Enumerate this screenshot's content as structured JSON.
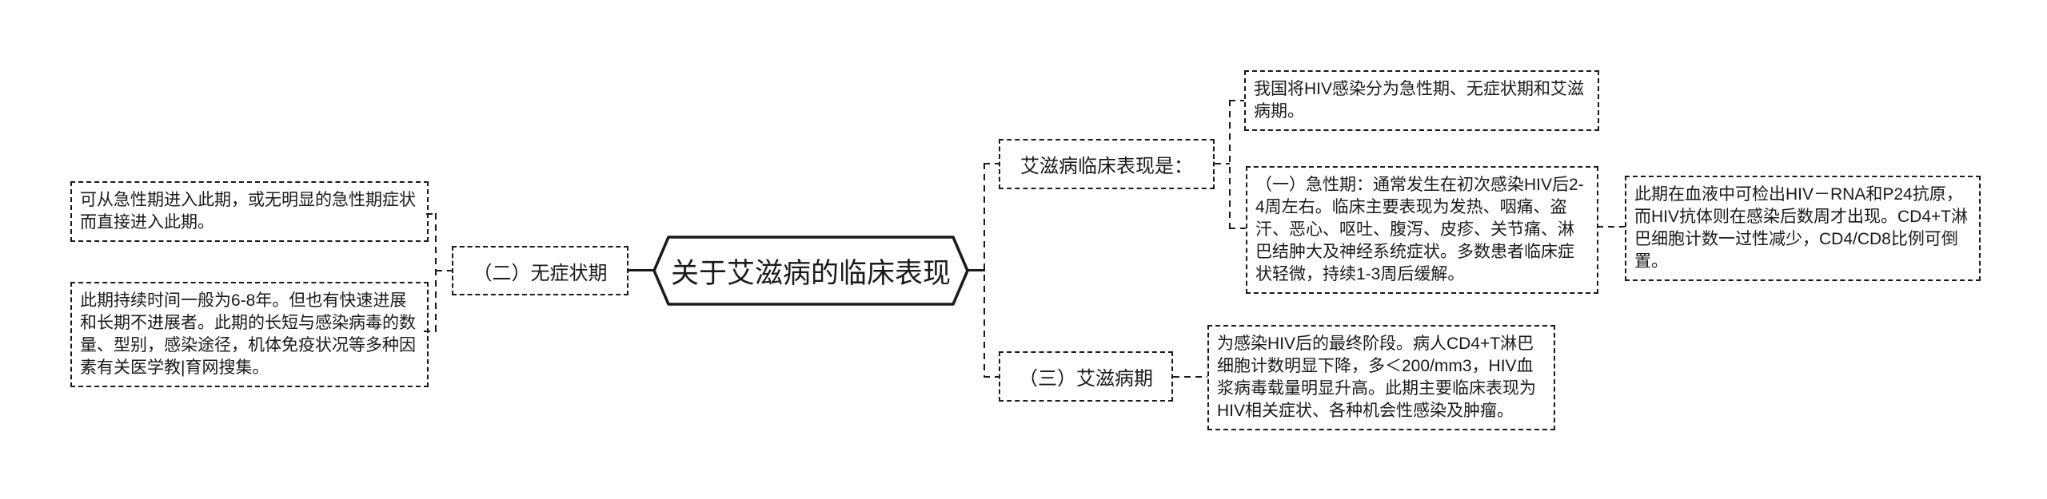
{
  "root": {
    "label": "关于艾滋病的临床表现"
  },
  "left_branch": {
    "node_label": "（二）无症状期",
    "note_entry": "可从急性期进入此期，或无明显的急性期症状而直接进入此期。",
    "note_duration": "此期持续时间一般为6-8年。但也有快速进展和长期不进展者。此期的长短与感染病毒的数量、型别，感染途径，机体免疫状况等多种因素有关医学教|育网搜集。"
  },
  "right_branch": {
    "node_label": "艾滋病临床表现是：",
    "note_stages": "我国将HIV感染分为急性期、无症状期和艾滋病期。",
    "note_acute": "（一）急性期：通常发生在初次感染HIV后2-4周左右。临床主要表现为发热、咽痛、盗汗、恶心、呕吐、腹泻、皮疹、关节痛、淋巴结肿大及神经系统症状。多数患者临床症状轻微，持续1-3周后缓解。",
    "note_acute_lab": "此期在血液中可检出HIV－RNA和P24抗原，而HIV抗体则在感染后数周才出现。CD4+T淋巴细胞计数一过性减少，CD4/CD8比例可倒置。",
    "aids_node_label": "（三）艾滋病期",
    "note_aids": "为感染HIV后的最终阶段。病人CD4+T淋巴细胞计数明显下降，多＜200/mm3，HIV血浆病毒载量明显升高。此期主要临床表现为HIV相关症状、各种机会性感染及肿瘤。"
  },
  "colors": {
    "stroke": "#1a1a1a",
    "background": "#ffffff"
  }
}
